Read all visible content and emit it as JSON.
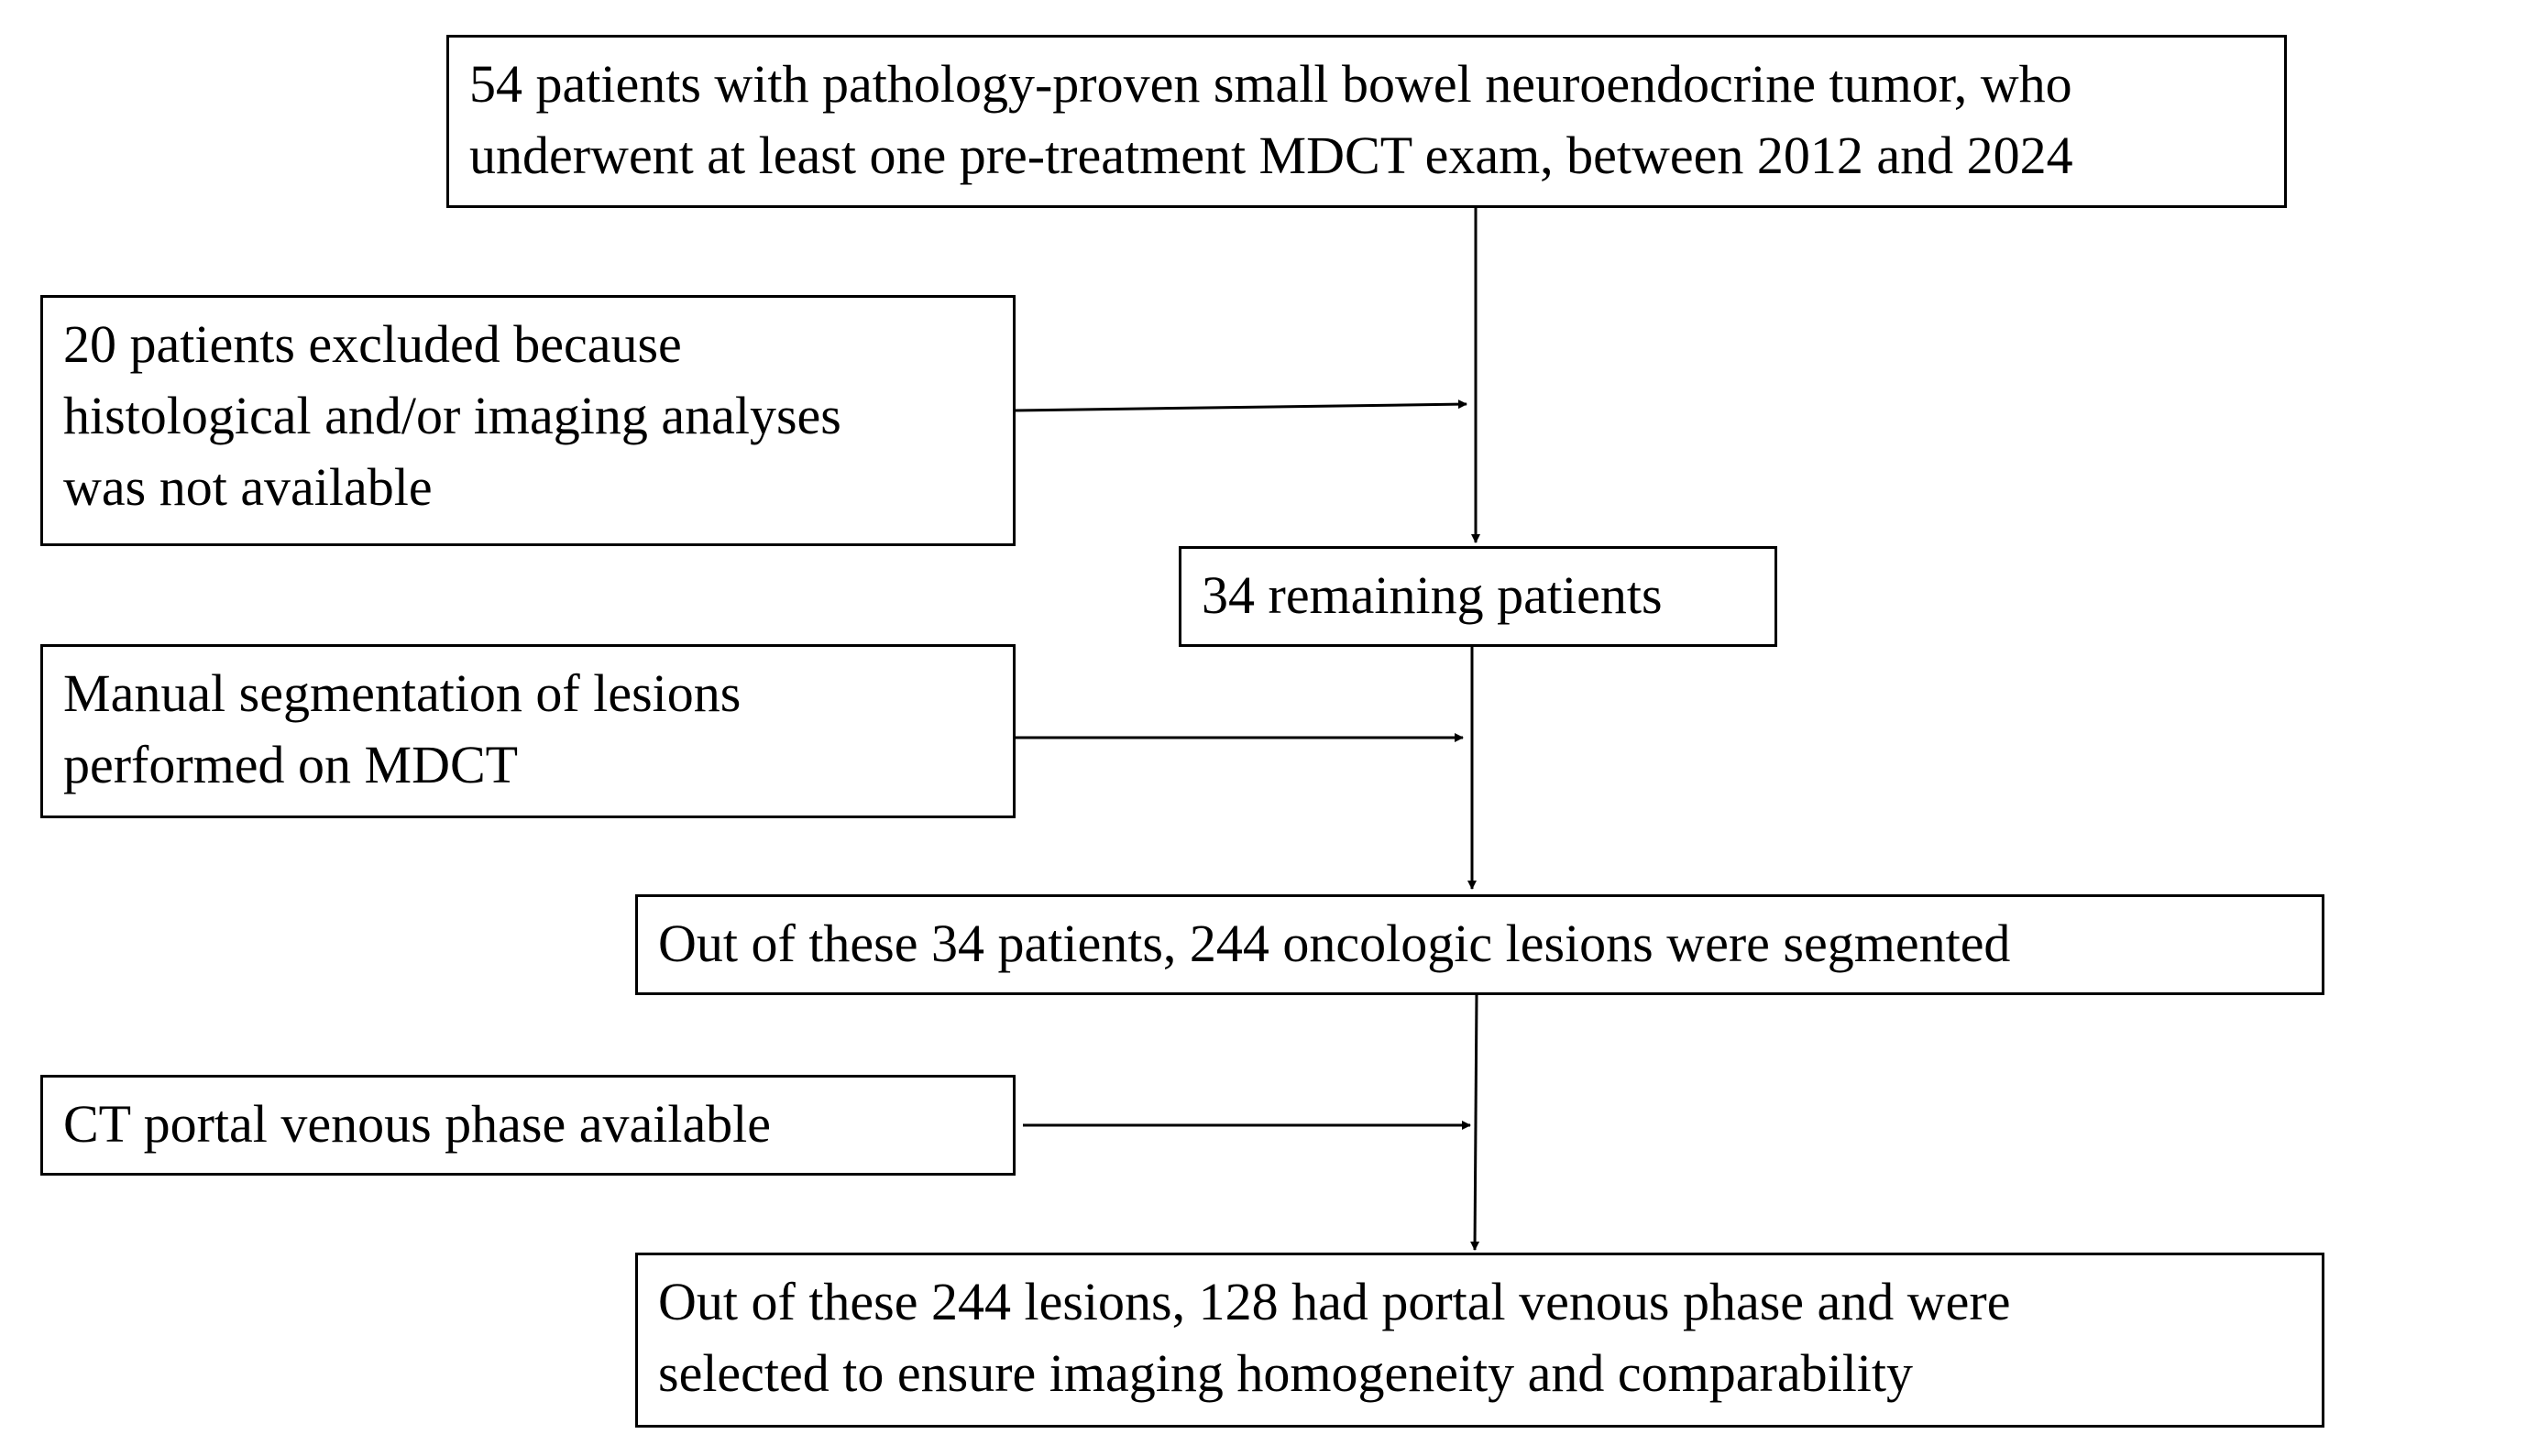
{
  "flowchart": {
    "box_top": "54 patients with pathology-proven small bowel neuroendocrine tumor, who\nunderwent at least one pre-treatment MDCT exam, between 2012 and 2024",
    "box_excluded": "20 patients excluded because\nhistological and/or imaging analyses\nwas not available",
    "box_remaining": "34 remaining patients",
    "box_segmentation": "Manual segmentation of lesions\nperformed on MDCT",
    "box_segmented": "Out of these 34 patients, 244 oncologic lesions were segmented",
    "box_portal": "CT portal venous phase available",
    "box_final": "Out of these 244 lesions, 128 had portal venous phase and were\nselected to ensure imaging homogeneity and comparability"
  }
}
